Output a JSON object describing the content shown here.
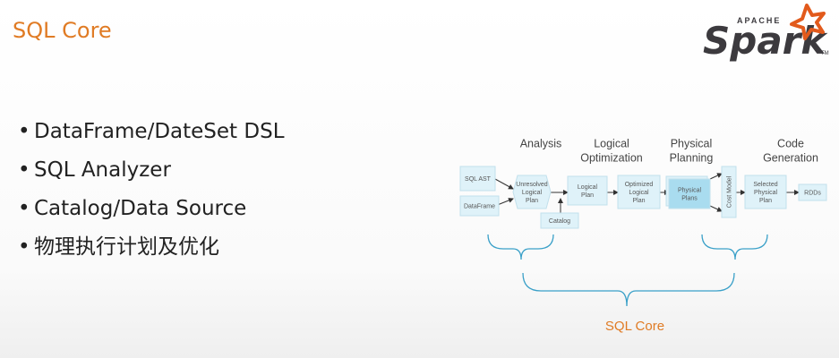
{
  "slide": {
    "title": "SQL Core",
    "bullets": [
      "DataFrame/DateSet DSL",
      "SQL Analyzer",
      "Catalog/Data Source",
      "物理执行计划及优化"
    ]
  },
  "logo": {
    "small_text": "APACHE",
    "word": "Spark",
    "tm": "TM",
    "brand_color": "#e25a1c",
    "text_color": "#3c3a3e"
  },
  "diagram": {
    "stages": {
      "analysis": [
        "Analysis"
      ],
      "logical_optimization": [
        "Logical",
        "Optimization"
      ],
      "physical_planning": [
        "Physical",
        "Planning"
      ],
      "code_generation": [
        "Code",
        "Generation"
      ]
    },
    "boxes": {
      "sql_ast": [
        "SQL AST"
      ],
      "dataframe": [
        "DataFrame"
      ],
      "unresolved_logical_plan": [
        "Unresolved",
        "Logical",
        "Plan"
      ],
      "catalog": [
        "Catalog"
      ],
      "logical_plan": [
        "Logical",
        "Plan"
      ],
      "optimized_logical_plan": [
        "Optimized",
        "Logical",
        "Plan"
      ],
      "physical_plans": [
        "Physical",
        "Plans"
      ],
      "cost_model": [
        "Cost Model"
      ],
      "selected_physical_plan": [
        "Selected",
        "Physical",
        "Plan"
      ],
      "rdds": [
        "RDDs"
      ]
    },
    "footer_label": "SQL Core",
    "colors": {
      "box_fill": "#dff2f9",
      "box_stroke": "#c2e0ec",
      "highlight_fill": "#a9dcef",
      "bracket": "#3aa0c8",
      "label": "#e07b24",
      "text": "#555555"
    }
  }
}
